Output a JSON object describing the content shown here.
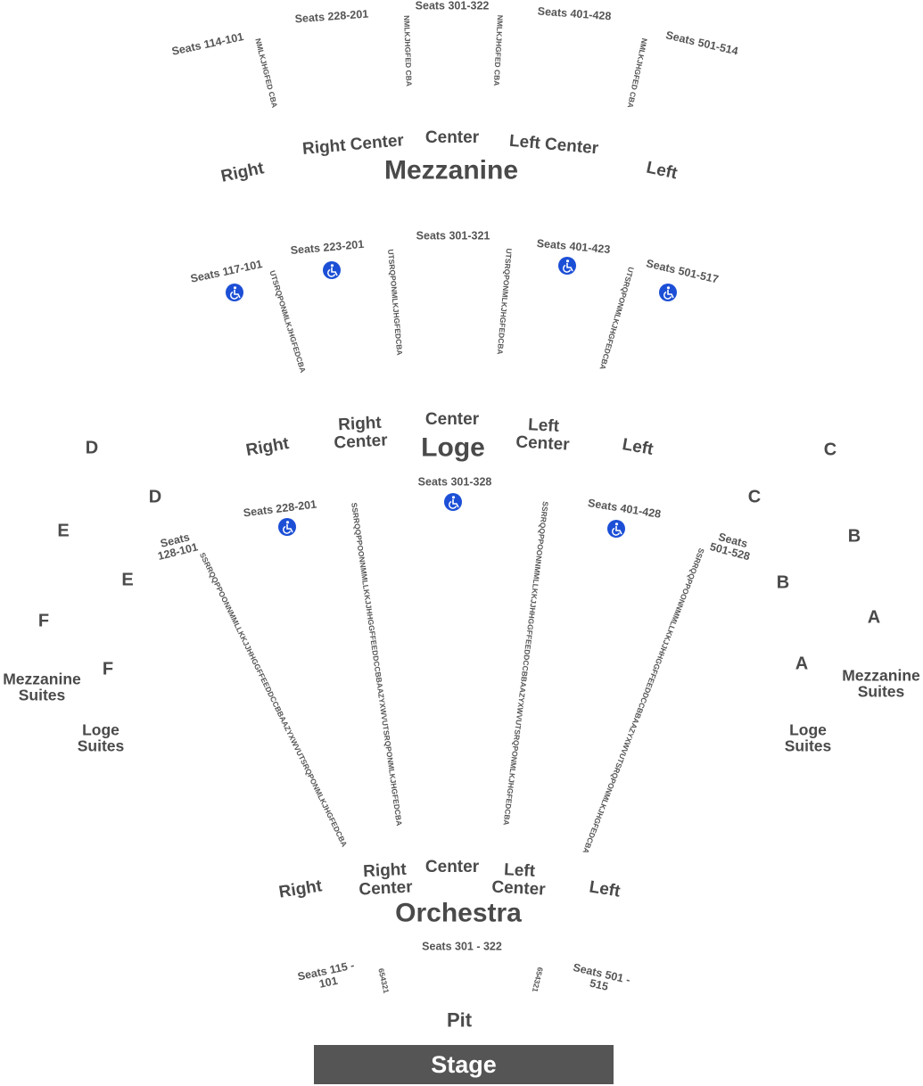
{
  "mezzanine": {
    "title": "Mezzanine",
    "sections": {
      "right": "Right",
      "right_center": "Right Center",
      "center": "Center",
      "left_center": "Left Center",
      "left": "Left"
    },
    "seat_ranges": {
      "s100": "Seats 114-101",
      "s200": "Seats 228-201",
      "s300": "Seats 301-322",
      "s400": "Seats 401-428",
      "s500": "Seats 501-514"
    },
    "rows": {
      "a": "NMLKJHGFED CBA",
      "b": "NMLKJHGFED CBA",
      "c": "NMLKJHGFED CBA",
      "d": "NMLKJHGFED CBA"
    }
  },
  "loge": {
    "title": "Loge",
    "sections": {
      "right": "Right",
      "right_center": "Right Center",
      "center": "Center",
      "left_center": "Left Center",
      "left": "Left"
    },
    "seat_ranges": {
      "s100": "Seats 117-101",
      "s200": "Seats 223-201",
      "s300": "Seats 301-321",
      "s400": "Seats 401-423",
      "s500": "Seats 501-517"
    },
    "rows": {
      "a": "UTSRQPONMLKJHGFEDCBA",
      "b": "UTSRQPONMLKJHGFEDCBA",
      "c": "UTSRQPONMLKJHGFEDCBA",
      "d": "UTSRQPONMLKJHGFEDCBA"
    }
  },
  "orchestra": {
    "title": "Orchestra",
    "sections": {
      "right": "Right",
      "right_center": "Right Center",
      "center": "Center",
      "left_center": "Left Center",
      "left": "Left"
    },
    "seat_ranges": {
      "s100": "Seats 128-101",
      "s200": "Seats 228-201",
      "s300": "Seats 301-328",
      "s400": "Seats 401-428",
      "s500": "Seats 501-528"
    },
    "rows": {
      "a": "SSRRQQPPOONNMMLLKKJJHHGGFFEEDDCCBBAAZYXWVUTSRQPONMLKJHGFEDCBA",
      "b": "SSRRQQPPOONNMMLLKKJJHHGGFFEEDDCCBBAAZYXWVUTSRQPONMLKJHGFEDCBA",
      "c": "SSRRQQPPOONNMMLLKKJJHHGGFFEEDDCCBBAAZYXWVUTSRQPONMLKJHGFEDCBA",
      "d": "SSRRQQPPOONNMMLLKKJJHHGGFFEEDDCCBBAAZYXWVUTSRQPONMLKJHGFEDCBA"
    }
  },
  "pit": {
    "title": "Pit",
    "seat_ranges": {
      "left": "Seats 115 - 101",
      "center": "Seats 301 - 322",
      "right": "Seats 501 - 515"
    },
    "rows": {
      "a": "654321",
      "b": "654321"
    }
  },
  "boxes": {
    "left": {
      "d1": "D",
      "d2": "D",
      "e1": "E",
      "e2": "E",
      "f1": "F",
      "f2": "F"
    },
    "right": {
      "c1": "C",
      "c2": "C",
      "b1": "B",
      "b2": "B",
      "a1": "A",
      "a2": "A"
    }
  },
  "suites": {
    "mezzanine": "Mezzanine Suites",
    "loge": "Loge Suites"
  },
  "stage": "Stage",
  "icons": {
    "wheelchair": "wheelchair-icon"
  },
  "colors": {
    "accessible": "#1c4fd6",
    "stage": "#555555",
    "text": "#4a4a4a"
  }
}
